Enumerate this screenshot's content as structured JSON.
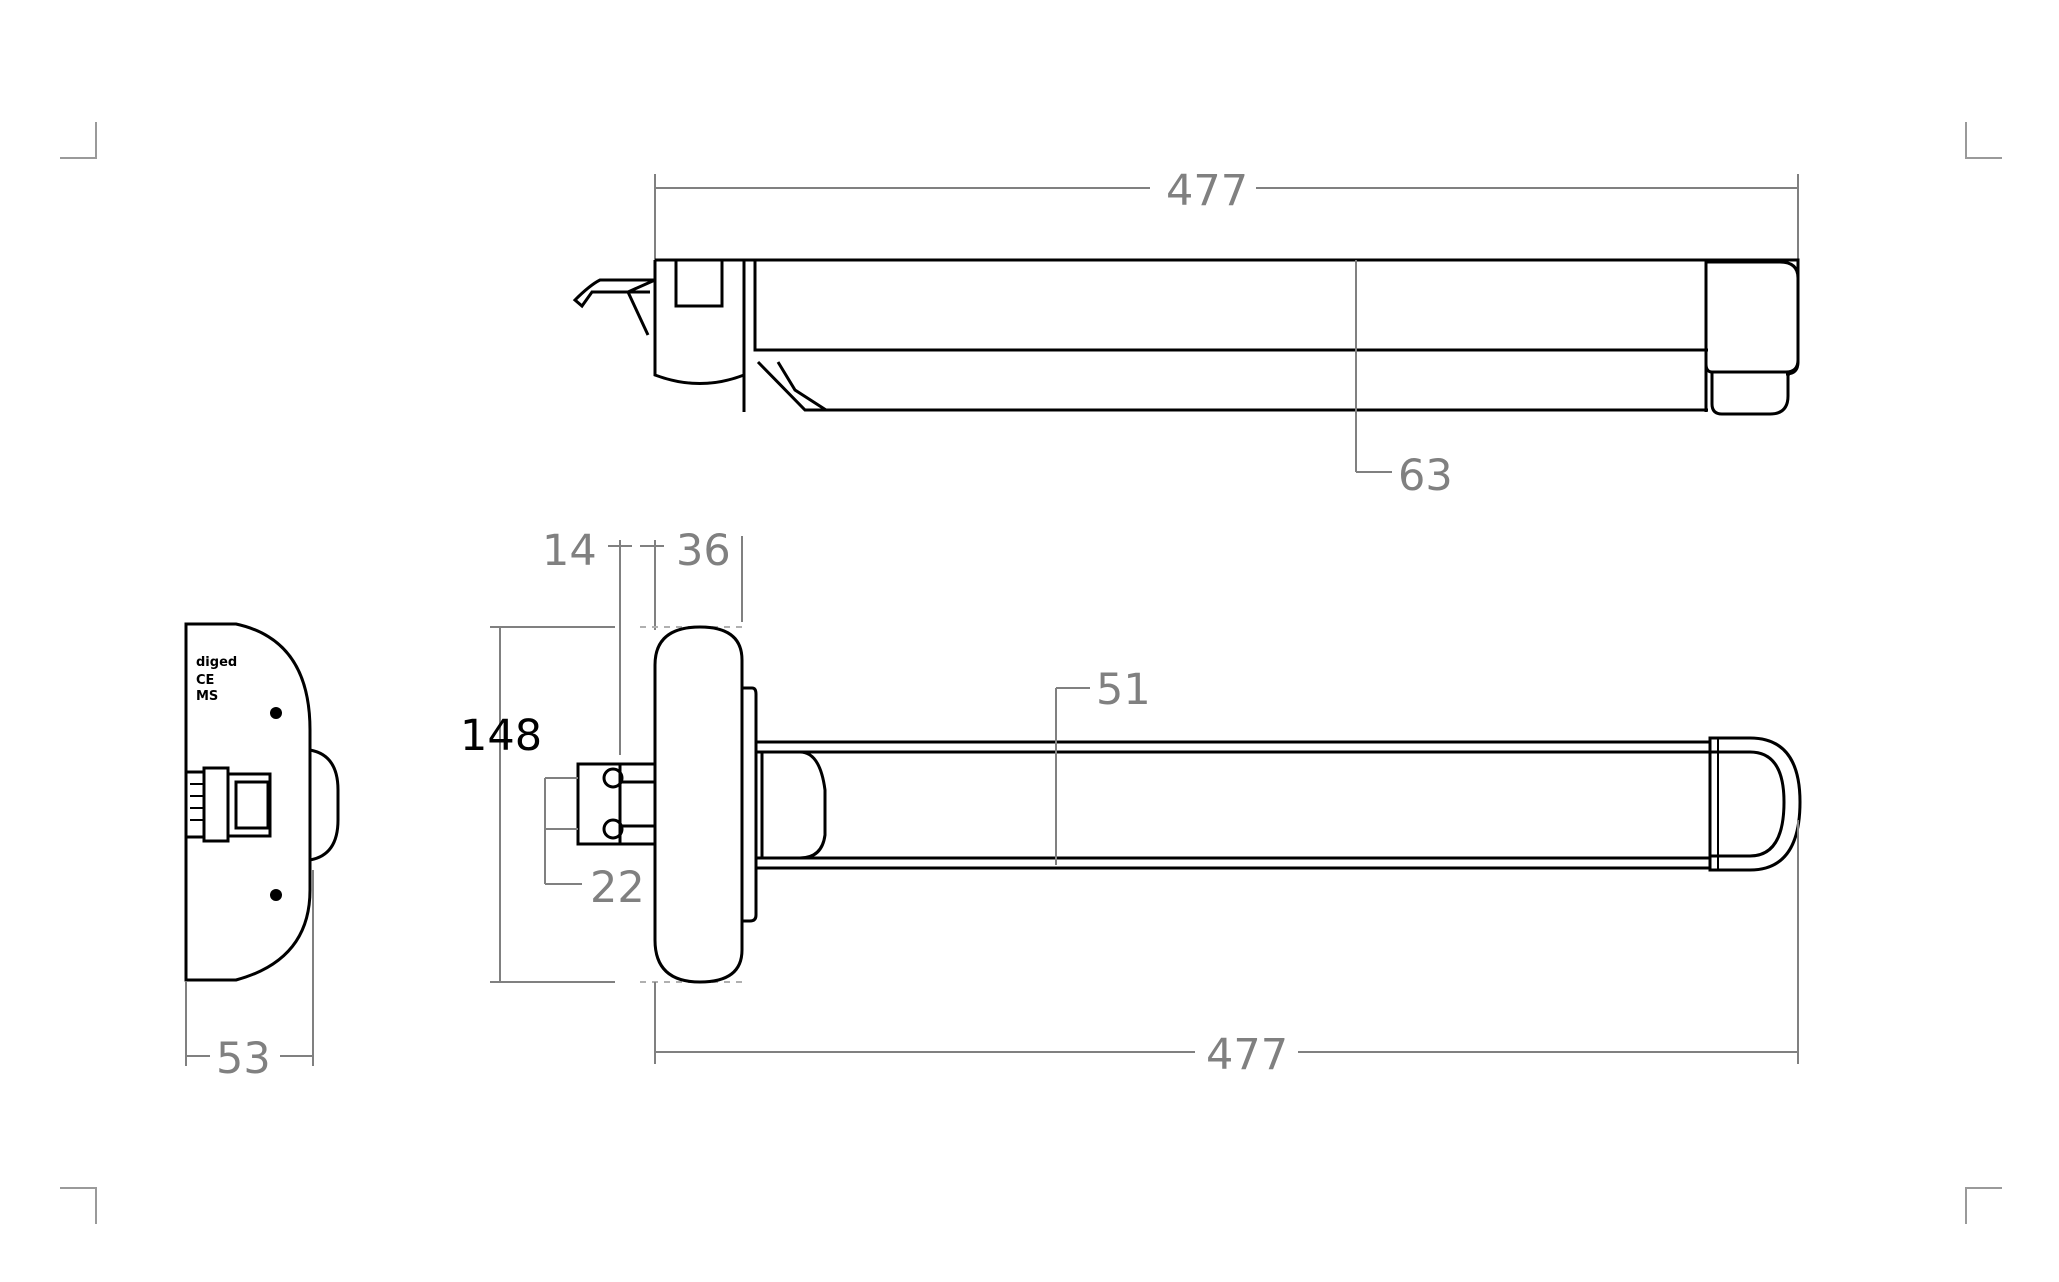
{
  "dimensions": {
    "top_length": "477",
    "top_height": "63",
    "offset_left": "14",
    "offset_right": "36",
    "bar_inner": "51",
    "plate_height": "148",
    "stub_width": "22",
    "bottom_length": "477",
    "side_depth": "53"
  },
  "side_view_labels": [
    "diged",
    "CE",
    "MS"
  ],
  "colors": {
    "dimension": "#808080",
    "outline": "#000000"
  }
}
